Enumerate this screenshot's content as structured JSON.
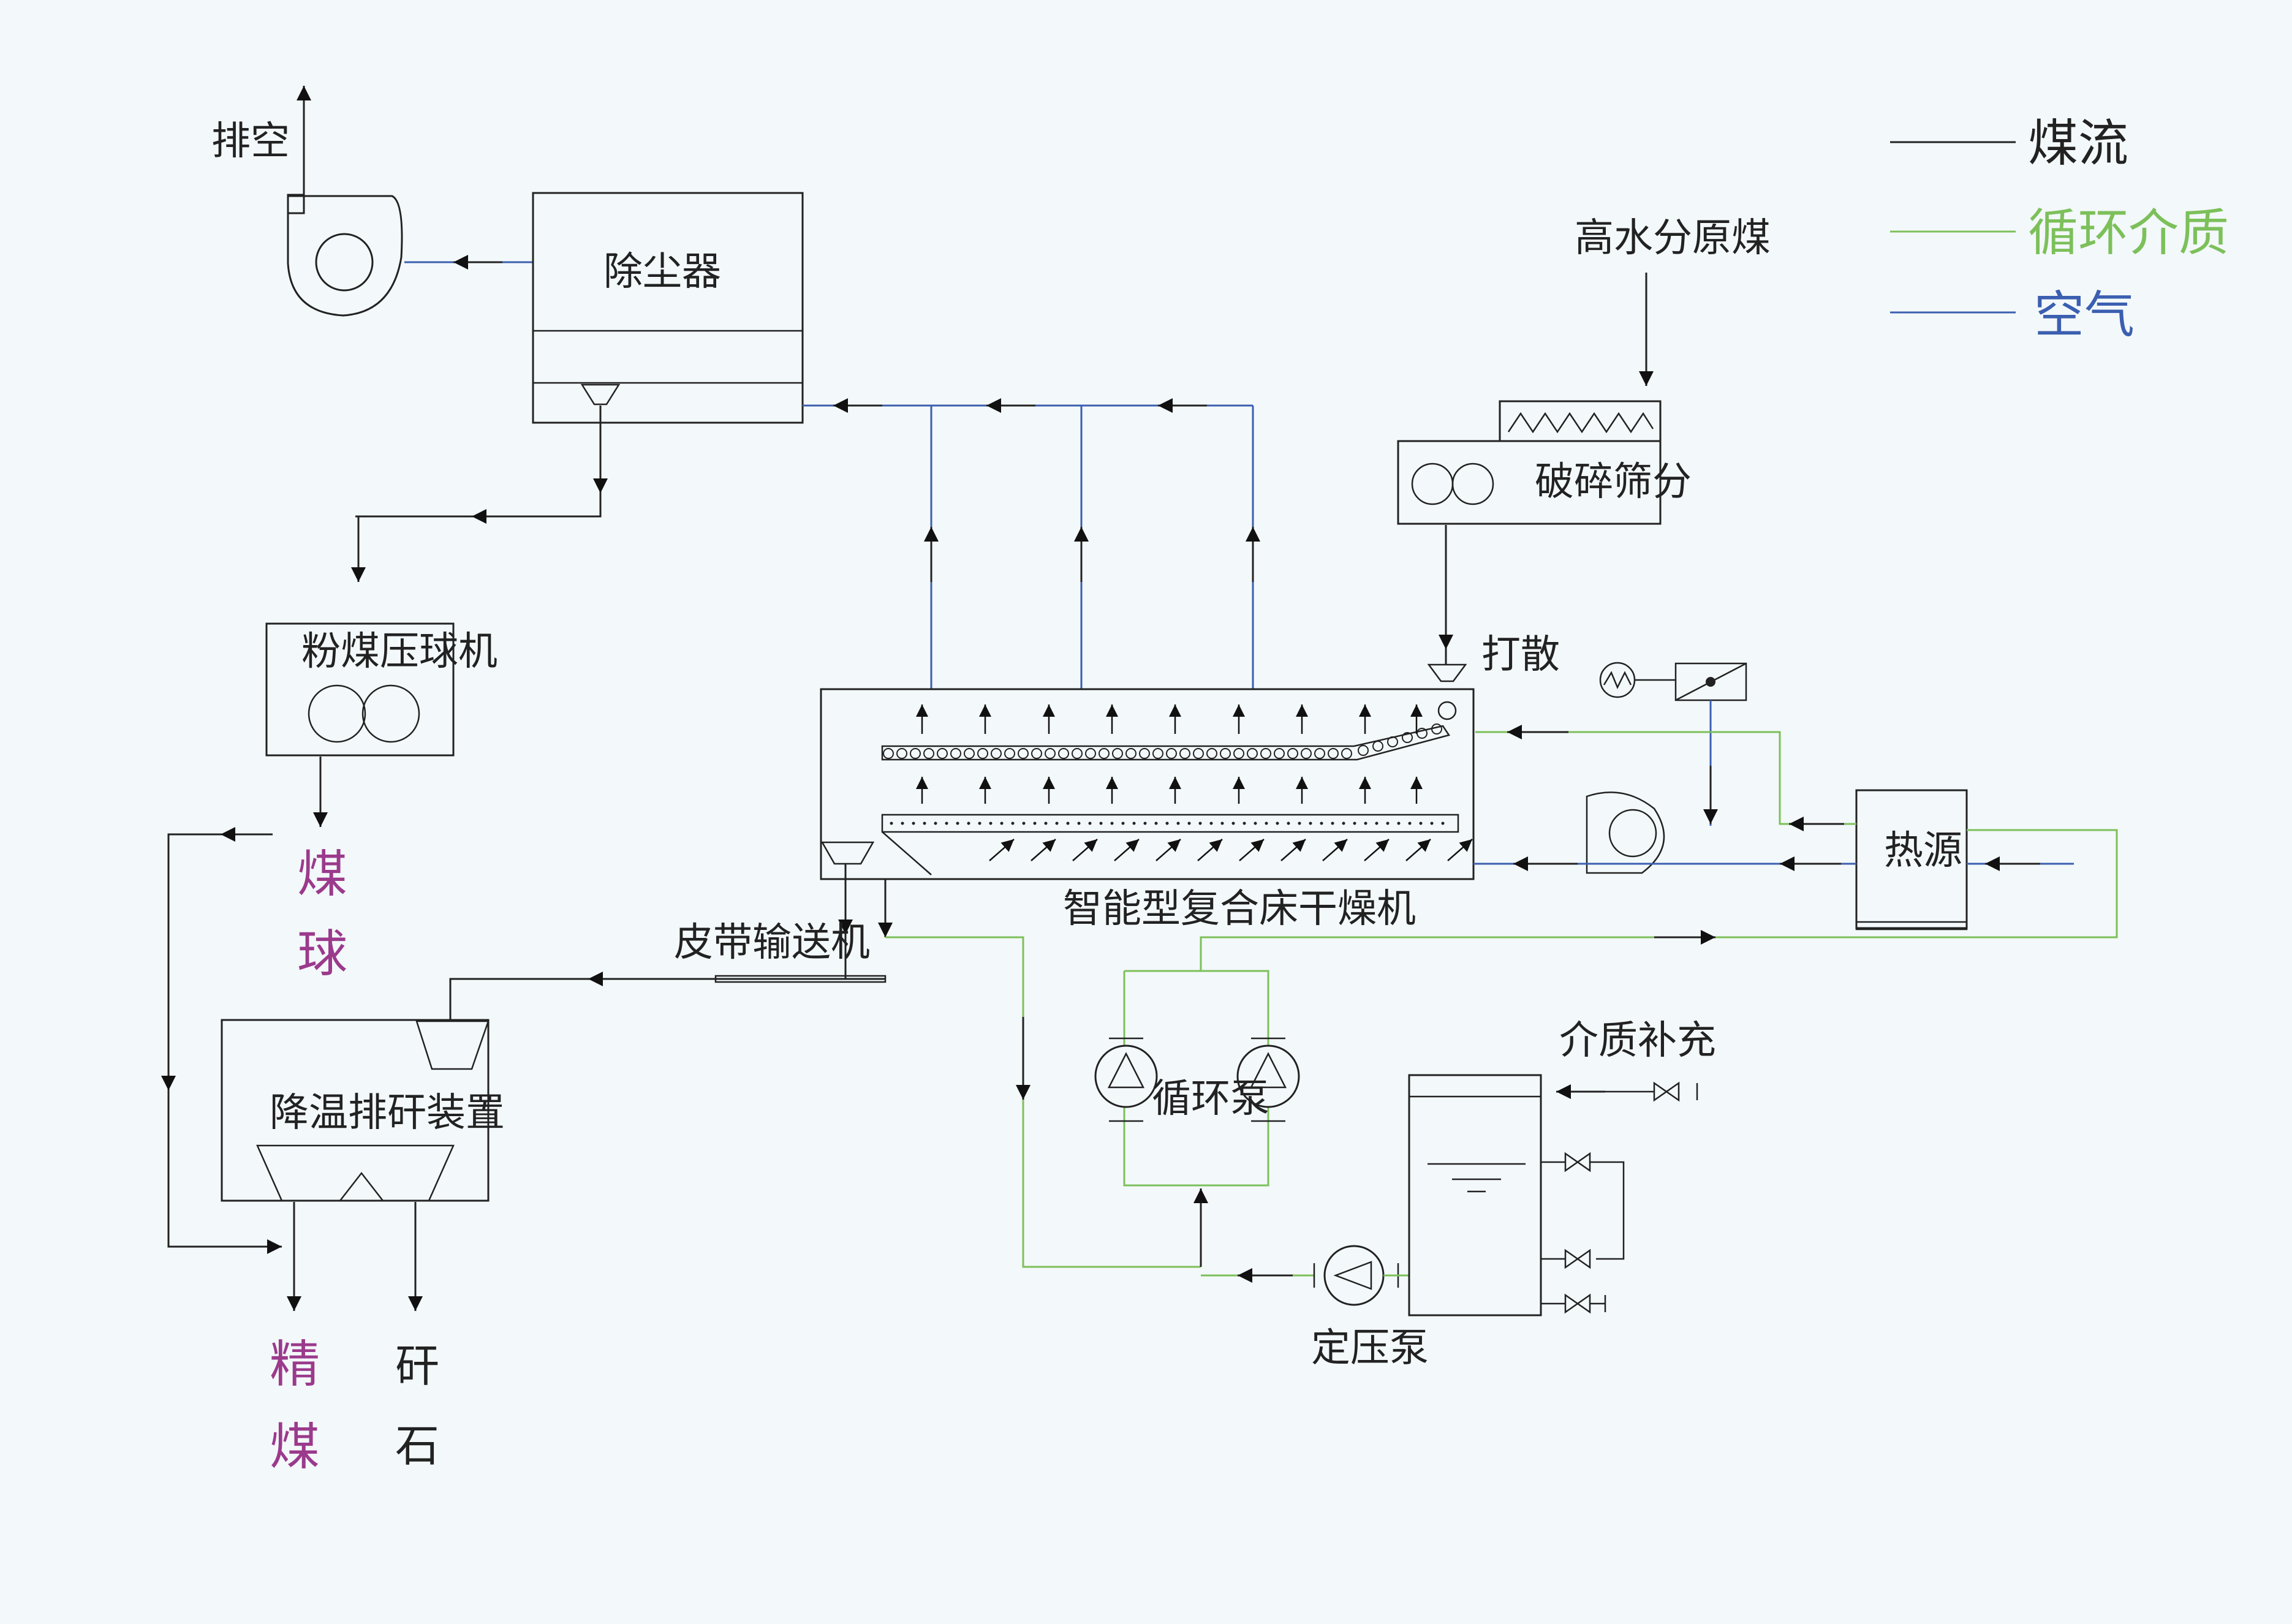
{
  "legend": {
    "coal_flow": "煤流",
    "circulating_medium": "循环介质",
    "air": "空气"
  },
  "colors": {
    "coal_flow": "#222222",
    "circulating_medium": "#7cc05a",
    "air": "#3b5fb0",
    "product_label": "#9b3a8c",
    "background": "#f3f8fa"
  },
  "labels": {
    "vent": "排空",
    "dust_collector": "除尘器",
    "raw_coal": "高水分原煤",
    "crush_screen": "破碎筛分",
    "scatter": "打散",
    "briquette_press": "粉煤压球机",
    "coal_ball_1": "煤",
    "coal_ball_2": "球",
    "dryer": "智能型复合床干燥机",
    "belt_conveyor": "皮带输送机",
    "cooling_device": "降温排矸装置",
    "clean_coal_1": "精",
    "clean_coal_2": "煤",
    "gangue_1": "矸",
    "gangue_2": "石",
    "heat_source": "热源",
    "circulation_pump": "循环泵",
    "medium_refill": "介质补充",
    "pressure_pump": "定压泵"
  }
}
